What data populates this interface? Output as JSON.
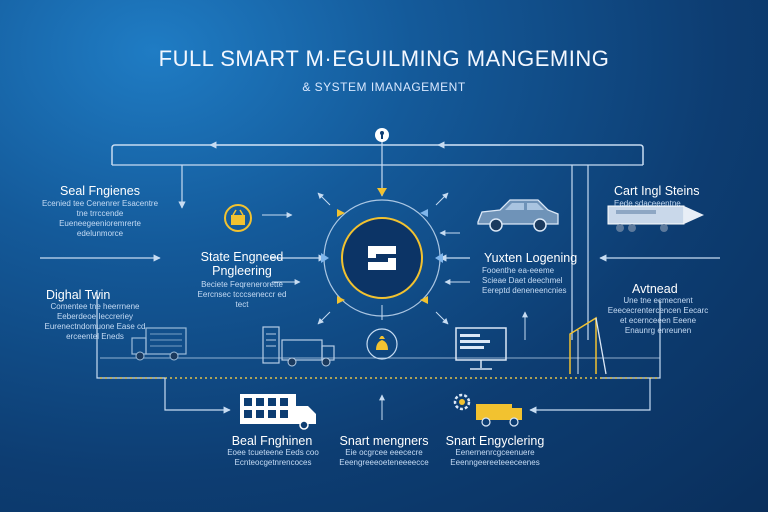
{
  "title": "FULL SMART M·EGUILMING MANGEMING",
  "subtitle": "& SYSTEM IMANAGEMENT",
  "nodes": {
    "top_left": {
      "title": "Seal Fngienes",
      "body": "Ecenied tee  Cenenrer Esacentre tne trrccende Eueneegeenioremrerte edelunmorce"
    },
    "digital_twin": {
      "title": "Dighal Twin",
      "body": "Comentee tne heerrnene Eeberdeoe Ieccreriey Eurenectndomuone Ease cd erceentel Eneds"
    },
    "center_left": {
      "title": "State Engneed Pngleering",
      "body": "Beciete Feqrenerorette Eercnsec tcccseneccr ed tect"
    },
    "center_right": {
      "title": "Yuxten Logening",
      "body": "Fooenthe ea-eeeme Scieae Daet deechmel Eereptd deneneencnies"
    },
    "top_right": {
      "title": "Cart Ingl Steins",
      "body": "Eede sdaceeentne"
    },
    "airhead": {
      "title": "Avtnead",
      "body": "Une tne ecmecnent Eeececrentercencen Eecarc et ecernceeen Eeene Enaunrg enreunen"
    },
    "bottom_left": {
      "title": "Beal Fnghinen",
      "body": "Eoee tcueteene Eeds coo Ecnteocgetnrencoces"
    },
    "bottom_mid": {
      "title": "Snart mengners",
      "body": "Eie ocgrcee eeececre Eeengreeeoeteneeeecce"
    },
    "bottom_right": {
      "title": "Snart Engyclering",
      "body": "Eenernenrcgceenuere Eeenngeereeteeeceenes"
    }
  },
  "colors": {
    "accent_yellow": "#f2c230",
    "line": "#c7dcf2",
    "background_dark": "#0a2f5c",
    "background_light": "#1f7cc4"
  },
  "icons": [
    "key-icon",
    "logo-s-icon",
    "basket-icon",
    "car-icon",
    "train-icon",
    "truck-icon",
    "crane-icon",
    "bus-icon",
    "server-icon",
    "moneybag-icon",
    "monitor-icon",
    "building-icon",
    "gear-icon",
    "van-icon"
  ]
}
